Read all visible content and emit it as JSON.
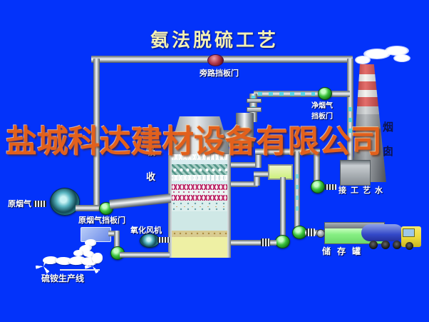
{
  "title": "氨法脱硫工艺",
  "watermark": "盐城科达建材设备有限公司",
  "labels": {
    "bypass_damper": "旁路挡板门",
    "clean_gas_damper": [
      "净烟气",
      "挡板门"
    ],
    "chimney": "烟囱",
    "process_water": "接工艺水",
    "raw_gas": "原烟气",
    "raw_gas_damper": "原烟气挡板门",
    "oxidation_fan": "氧化风机",
    "absorber": "吸收",
    "production_line": "硫铵生产线",
    "storage_tank": "储存罐"
  },
  "colors": {
    "background": "#0333fa",
    "title_text": "#f4f0b4",
    "watermark_text": "#e2601c",
    "label_text": "#ffffff",
    "valve_open_green": "#2eb02e",
    "bypass_valve_red": "#9a1c2e",
    "pipe_gray": "#c8ced2",
    "flow_marks_cyan": "#45d8ee",
    "storage_tank_green": "#86ef83",
    "slurry_pool_yellow": "#eef0a4",
    "chimney_stripe_red": "#d8302c",
    "truck_tank_blue": "#3348c8",
    "truck_cab_yellow": "#ecd93a"
  }
}
